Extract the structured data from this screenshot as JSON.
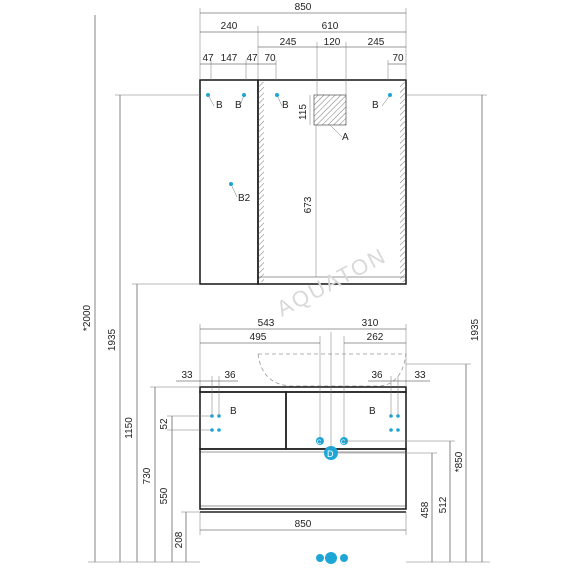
{
  "cabinet": {
    "overall_width": "850",
    "left_section": "240",
    "mirror_width": "610",
    "mirror_left": "245",
    "mirror_mid": "120",
    "mirror_right": "245",
    "hole_47a": "47",
    "hole_147": "147",
    "hole_47b": "47",
    "hole_70a": "70",
    "hole_70b": "70",
    "height_115": "115",
    "height_673": "673",
    "label_a": "A",
    "label_b2": "B2",
    "label_b": "B"
  },
  "vanity": {
    "top_543": "543",
    "top_310": "310",
    "top_495": "495",
    "top_262": "262",
    "off_33_left": "33",
    "off_36_left": "36",
    "off_36_right": "36",
    "off_33_right": "33",
    "width_850": "850",
    "label_b_left": "B",
    "label_b_right": "B",
    "label_c": "C",
    "label_d": "D"
  },
  "vertical_dims": {
    "d2000": "*2000",
    "d1935_left": "1935",
    "d1150": "1150",
    "d730": "730",
    "d550": "550",
    "d208": "208",
    "d52": "52",
    "d1935_right": "1935",
    "d850": "*850",
    "d512": "512",
    "d458": "458"
  },
  "watermark": "AQUATON",
  "colors": {
    "connection_dot": "#1ea7d6",
    "line": "#222222"
  }
}
